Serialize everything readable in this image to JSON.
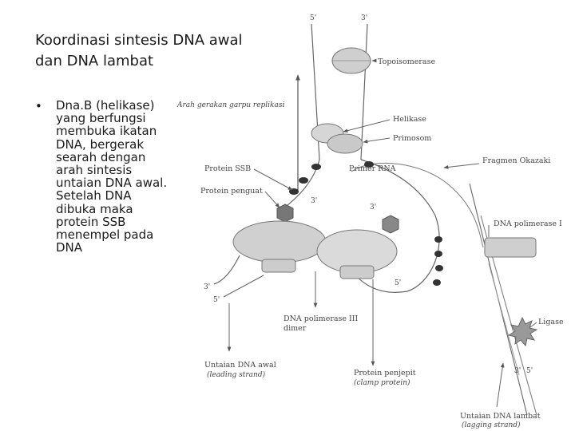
{
  "slide": {
    "title_lines": [
      "Koordinasi sintesis DNA awal",
      "dan DNA lambat"
    ],
    "bullet_symbol": "•",
    "bullet_lines": [
      "Dna.B (helikase)",
      "yang berfungsi",
      "membuka ikatan",
      "DNA, bergerak",
      "searah dengan",
      "arah sintesis",
      "untaian DNA awal.",
      "Setelah DNA",
      "dibuka maka",
      "protein SSB",
      "menempel pada",
      "DNA"
    ]
  },
  "diagram": {
    "strand_ends": {
      "top_5": "5'",
      "top_3": "3'",
      "left_3": "3'",
      "left_5": "5'",
      "mid_3a": "3'",
      "mid_3b": "3'",
      "mid_5": "5'",
      "right_3": "3'",
      "right_5": "5'"
    },
    "labels": {
      "topoisomerase": "Topoisomerase",
      "fork_direction": "Arah gerakan garpu replikasi",
      "helicase": "Helikase",
      "primosome": "Primosom",
      "okazaki": "Fragmen Okazaki",
      "ssb": "Protein SSB",
      "primer_rna": "Primer RNA",
      "anchor_protein": "Protein penguat",
      "pol1": "DNA polimerase I",
      "ligase": "Ligase",
      "pol3_line1": "DNA polimerase III",
      "pol3_line2": "dimer",
      "leading_line1": "Untaian DNA awal",
      "leading_line2": "(leading strand)",
      "clamp_line1": "Protein penjepit",
      "clamp_line2": "(clamp protein)",
      "lagging_line1": "Untaian DNA lambat",
      "lagging_line2": "(lagging strand)"
    }
  }
}
